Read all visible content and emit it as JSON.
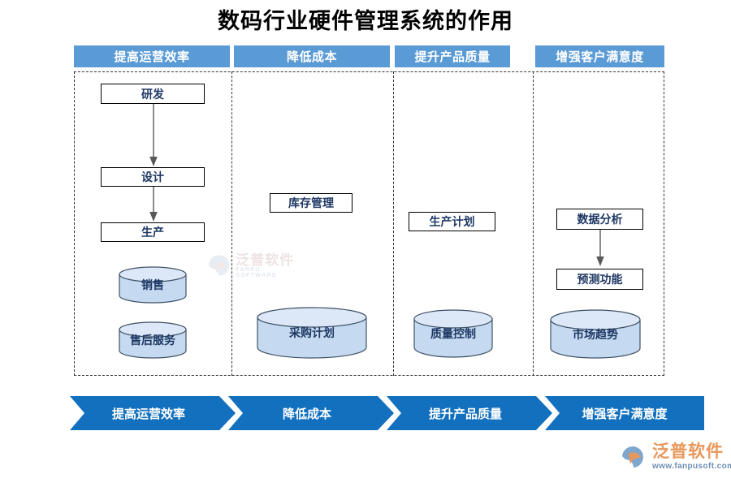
{
  "title": "数码行业硬件管理系统的作用",
  "columns": [
    {
      "header": "提高运营效率",
      "nodes": [
        {
          "label": "研发",
          "type": "box"
        },
        {
          "label": "设计",
          "type": "box"
        },
        {
          "label": "生产",
          "type": "box"
        },
        {
          "label": "销售",
          "type": "cylinder"
        },
        {
          "label": "售后服务",
          "type": "cylinder"
        }
      ]
    },
    {
      "header": "降低成本",
      "nodes": [
        {
          "label": "库存管理",
          "type": "box"
        },
        {
          "label": "采购计划",
          "type": "cylinder"
        }
      ]
    },
    {
      "header": "提升产品质量",
      "nodes": [
        {
          "label": "生产计划",
          "type": "box"
        },
        {
          "label": "质量控制",
          "type": "cylinder"
        }
      ]
    },
    {
      "header": "增强客户满意度",
      "nodes": [
        {
          "label": "数据分析",
          "type": "box"
        },
        {
          "label": "预测功能",
          "type": "box"
        },
        {
          "label": "市场趋势",
          "type": "cylinder"
        }
      ]
    }
  ],
  "banner": {
    "items": [
      {
        "label": "提高运营效率"
      },
      {
        "label": "降低成本"
      },
      {
        "label": "提升产品质量"
      },
      {
        "label": "增强客户满意度"
      }
    ]
  },
  "watermark": {
    "cn": "泛普软件",
    "en": "FANPU SOFTWARE"
  },
  "logo": {
    "cn": "泛普软件",
    "url": "www.fanpusoft.com"
  },
  "colors": {
    "header_blue": "#5B9BD5",
    "banner_blue": "#1270BE",
    "cylinder_fill": "#C5DAF0",
    "node_text": "#1F3864",
    "frame_line": "#333333"
  }
}
